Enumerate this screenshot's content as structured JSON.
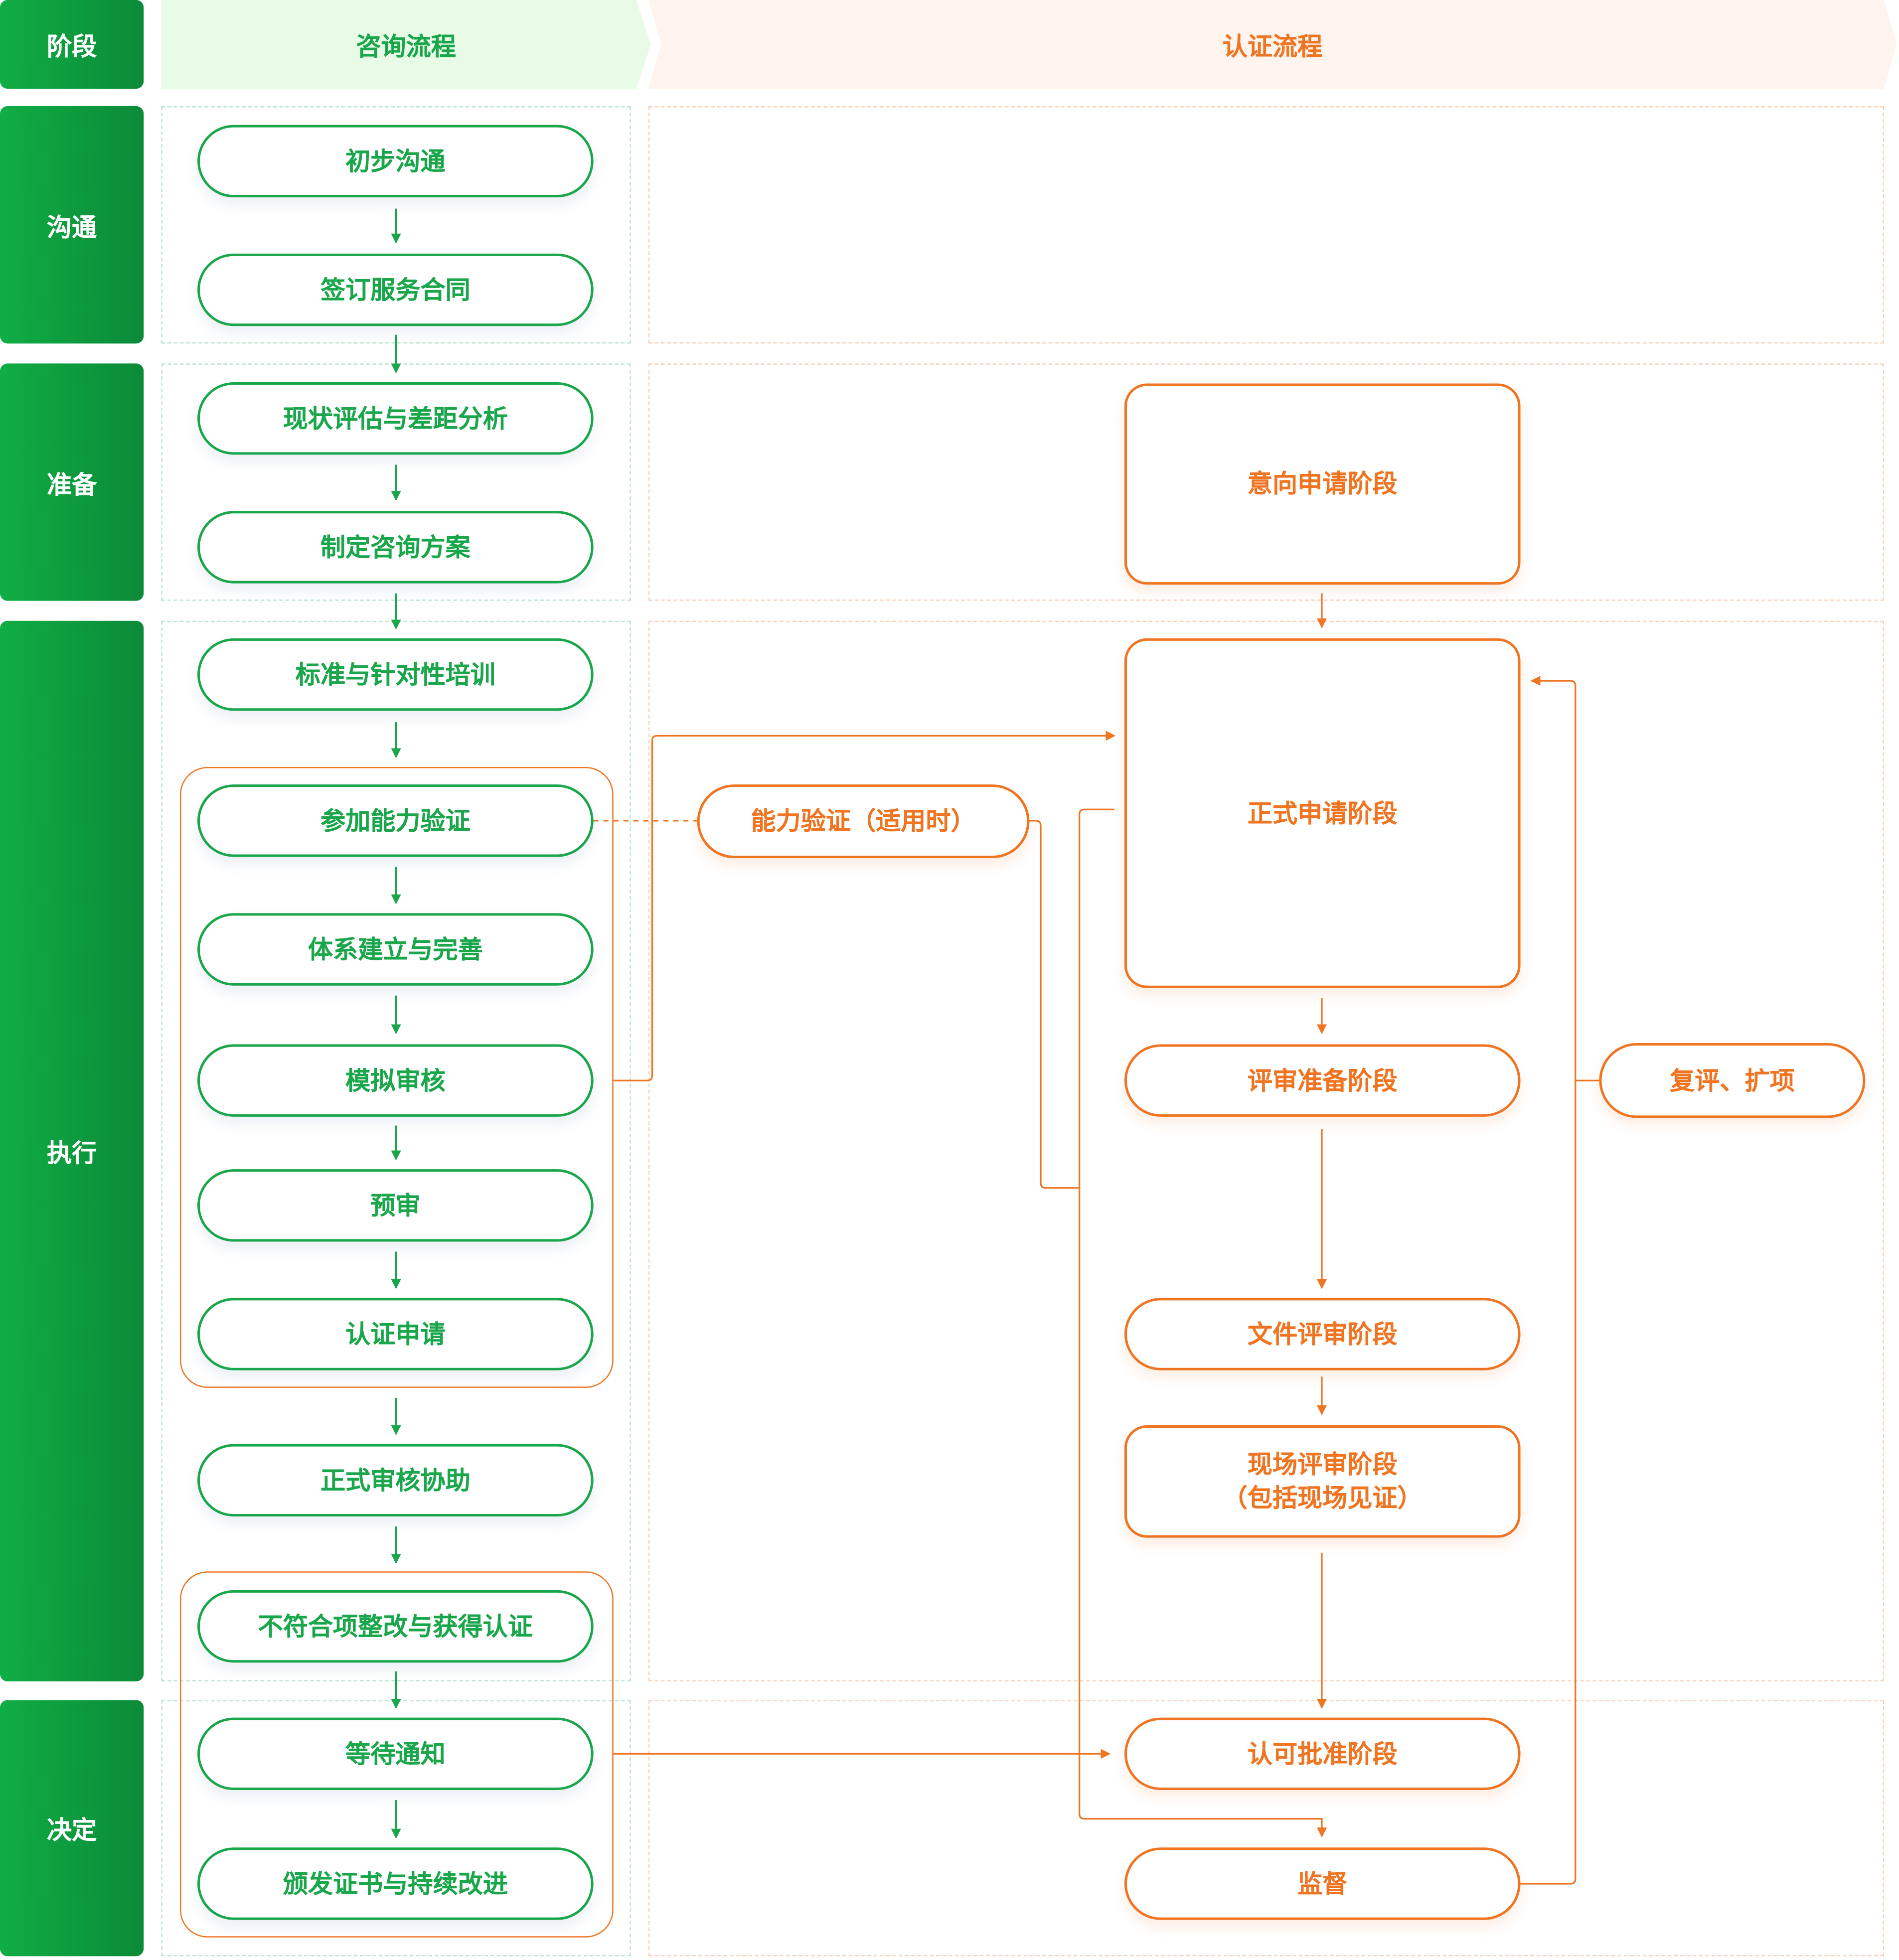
{
  "header": {
    "stage_label": "阶段",
    "consulting_title": "咨询流程",
    "certification_title": "认证流程"
  },
  "stages": [
    {
      "label": "沟通"
    },
    {
      "label": "准备"
    },
    {
      "label": "执行"
    },
    {
      "label": "决定"
    }
  ],
  "consulting_steps": [
    "初步沟通",
    "签订服务合同",
    "现状评估与差距分析",
    "制定咨询方案",
    "标准与针对性培训",
    "参加能力验证",
    "体系建立与完善",
    "模拟审核",
    "预审",
    "认证申请",
    "正式审核协助",
    "不符合项整改与获得认证",
    "等待通知",
    "颁发证书与持续改进"
  ],
  "certification_steps": {
    "intent": "意向申请阶段",
    "formal": "正式申请阶段",
    "review_prep": "评审准备阶段",
    "doc_review": "文件评审阶段",
    "onsite_line1": "现场评审阶段",
    "onsite_line2": "（包括现场见证）",
    "approval": "认可批准阶段",
    "supervision": "监督",
    "proficiency": "能力验证（适用时）",
    "reassess": "复评、扩项"
  },
  "colors": {
    "green": "#1aa64a",
    "orange": "#f07522",
    "stage_green": "#0f9c40"
  }
}
